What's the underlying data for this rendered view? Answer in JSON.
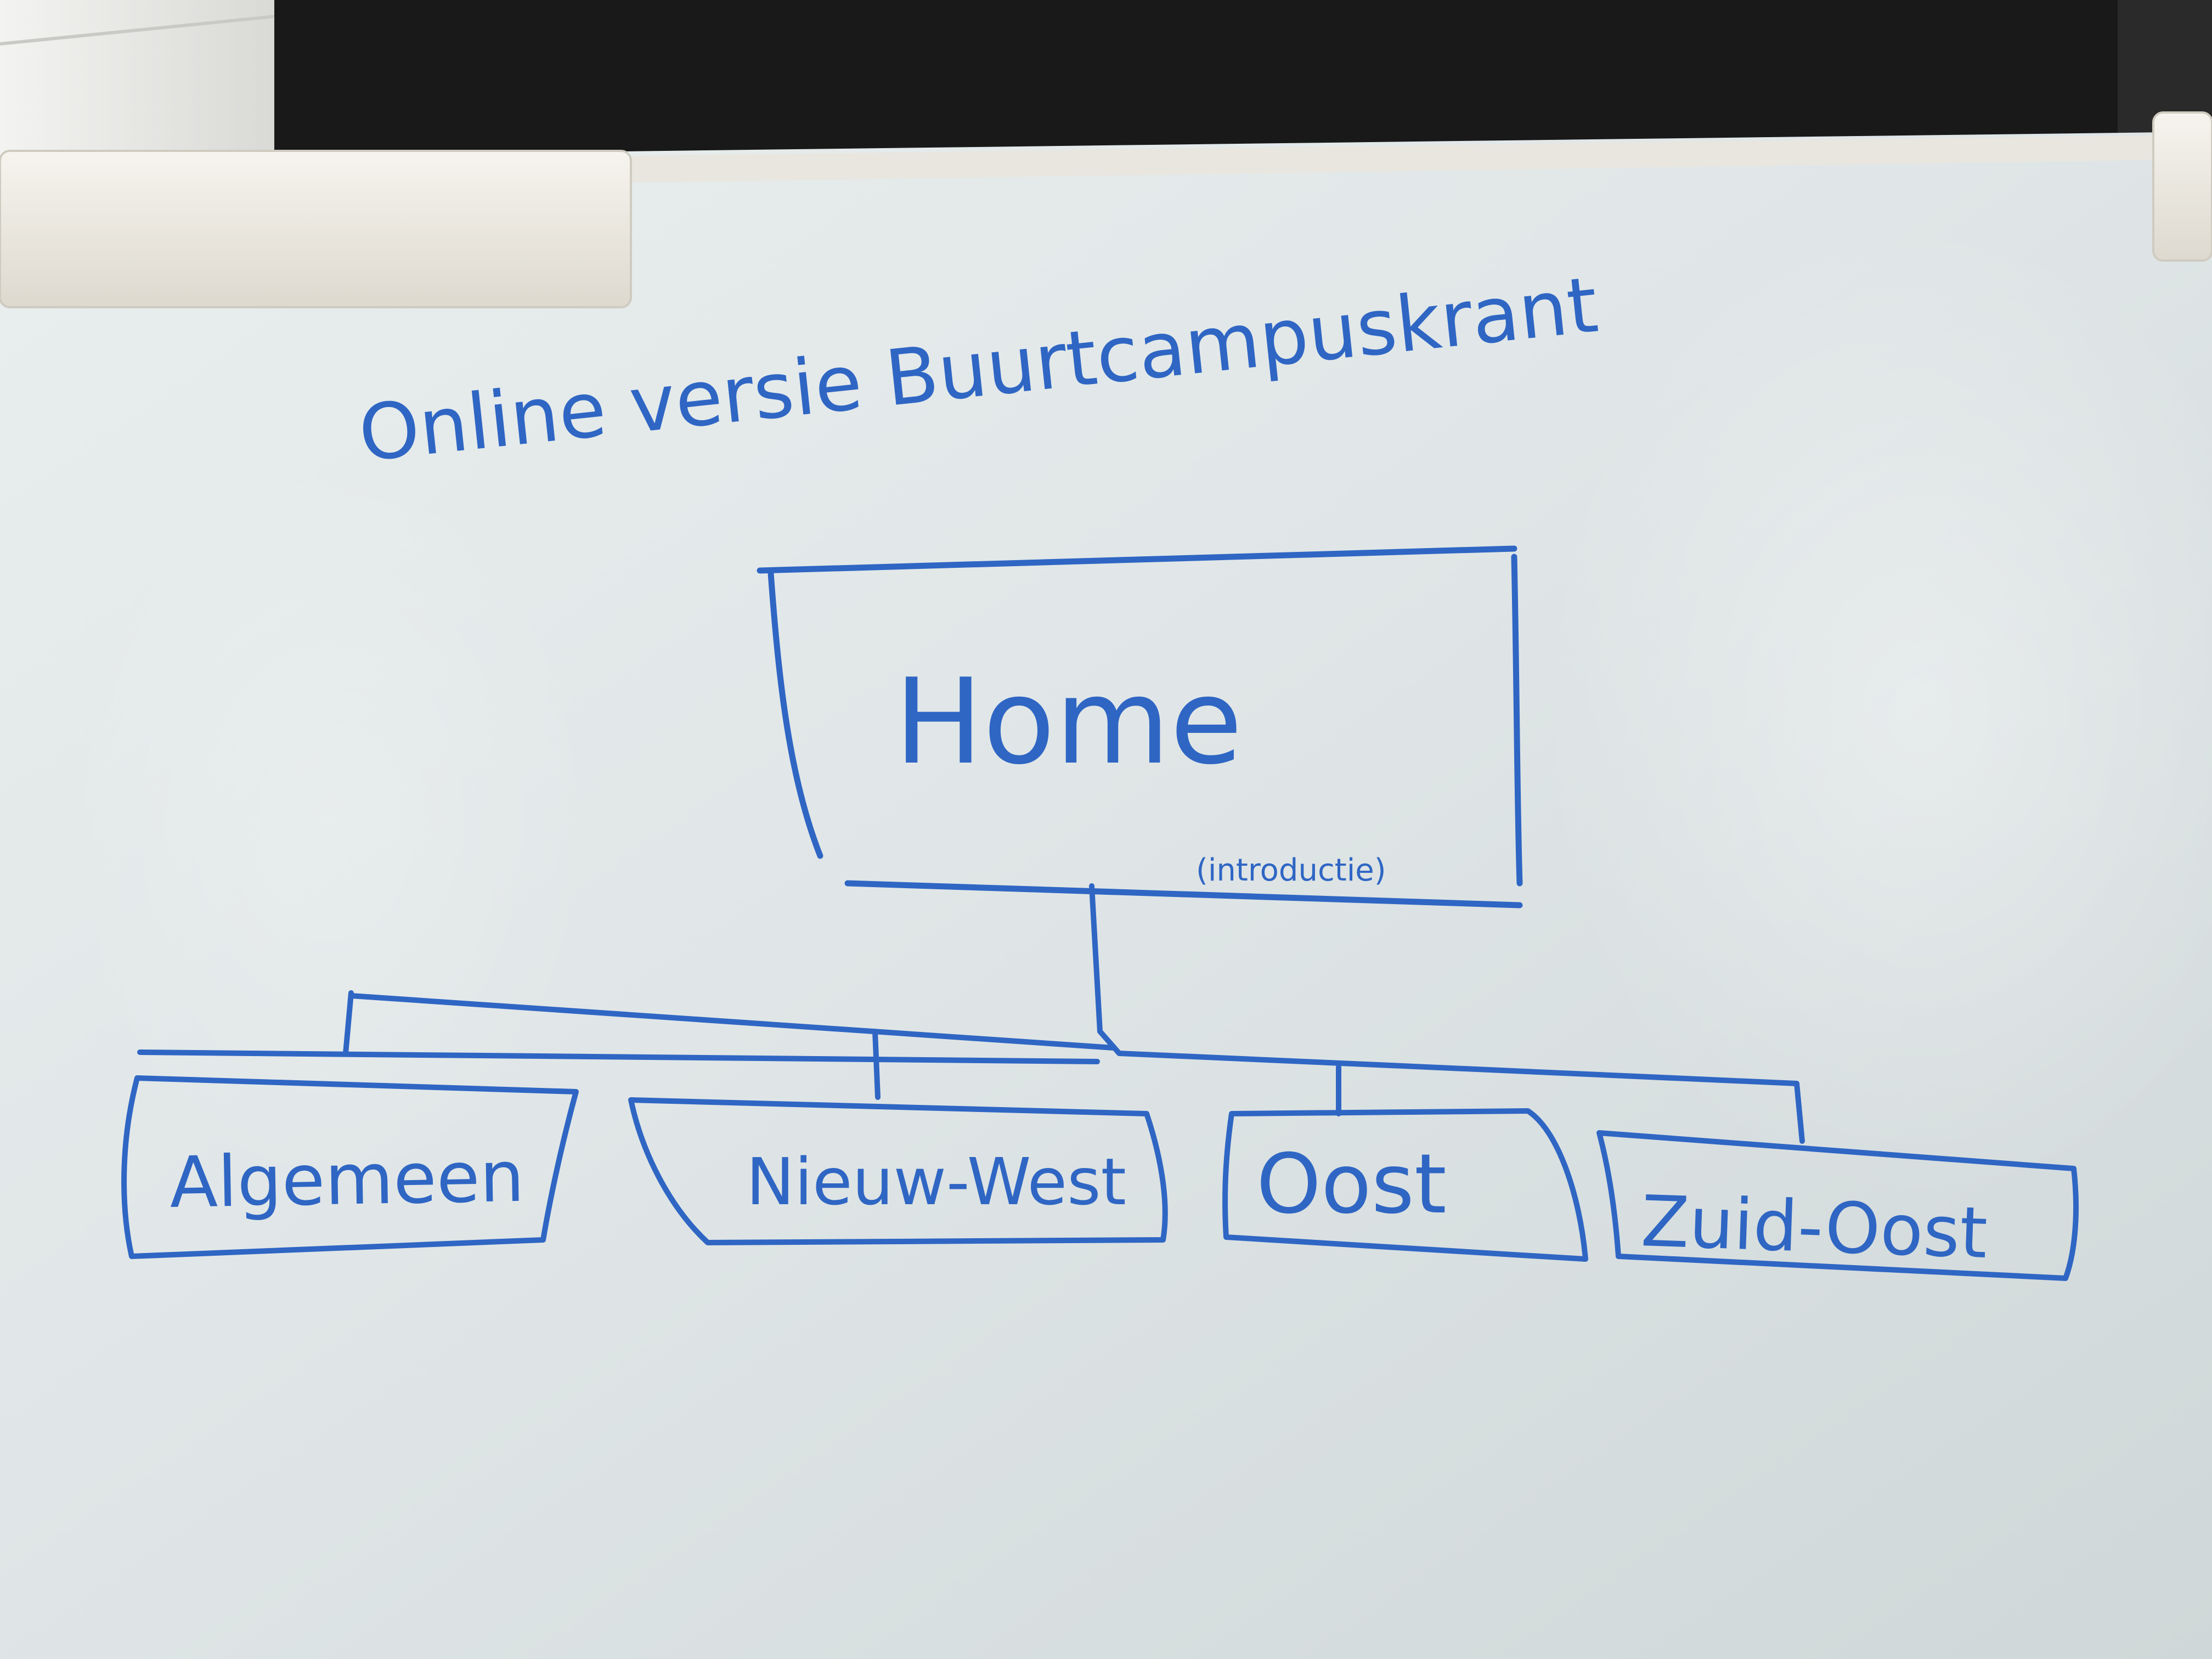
{
  "board": {
    "title": "Online versie Buurtcampuskrant",
    "ink_color": "#2f66c4",
    "surface_color": "#e3e8e9"
  },
  "root": {
    "label": "Home",
    "note": "(introductie)"
  },
  "children": [
    {
      "label": "Algemeen"
    },
    {
      "label": "Nieuw-West"
    },
    {
      "label": "Oost"
    },
    {
      "label": "Zuid-Oost"
    }
  ]
}
